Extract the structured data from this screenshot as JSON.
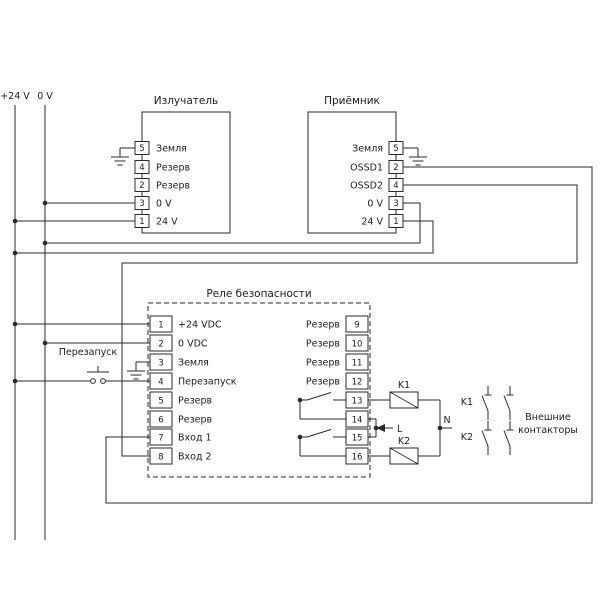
{
  "power": {
    "rail_24v_label": "+24 V",
    "rail_0v_label": "0 V"
  },
  "emitter": {
    "title": "Излучатель",
    "pins": [
      {
        "num": "5",
        "label": "Земля"
      },
      {
        "num": "4",
        "label": "Резерв"
      },
      {
        "num": "2",
        "label": "Резерв"
      },
      {
        "num": "3",
        "label": "0 V"
      },
      {
        "num": "1",
        "label": "24 V"
      }
    ]
  },
  "receiver": {
    "title": "Приёмник",
    "pins": [
      {
        "num": "5",
        "label": "Земля"
      },
      {
        "num": "2",
        "label": "OSSD1"
      },
      {
        "num": "4",
        "label": "OSSD2"
      },
      {
        "num": "3",
        "label": "0 V"
      },
      {
        "num": "1",
        "label": "24 V"
      }
    ]
  },
  "safety_relay": {
    "title": "Реле безопасности",
    "left_top": [
      {
        "num": "1",
        "label": "+24 VDC"
      },
      {
        "num": "2",
        "label": "0 VDC"
      },
      {
        "num": "3",
        "label": "Земля"
      },
      {
        "num": "4",
        "label": "Перезапуск"
      }
    ],
    "right_top": [
      {
        "num": "9",
        "label": "Резерв"
      },
      {
        "num": "10",
        "label": "Резерв"
      },
      {
        "num": "11",
        "label": "Резерв"
      },
      {
        "num": "12",
        "label": "Резерв"
      }
    ],
    "left_bottom": [
      {
        "num": "5",
        "label": "Резерв"
      },
      {
        "num": "6",
        "label": "Резерв"
      },
      {
        "num": "7",
        "label": "Вход 1"
      },
      {
        "num": "8",
        "label": "Вход 2"
      }
    ],
    "right_bottom": [
      {
        "num": "13"
      },
      {
        "num": "14"
      },
      {
        "num": "15"
      },
      {
        "num": "16"
      }
    ]
  },
  "restart": {
    "label": "Перезапуск"
  },
  "coils": {
    "k1": "K1",
    "k2": "K2"
  },
  "mains": {
    "live": "L",
    "neutral": "N"
  },
  "external_contactors": {
    "k1": "K1",
    "k2": "K2",
    "label_line1": "Внешние",
    "label_line2": "контакторы"
  },
  "colors": {
    "line": "#2a2a2a",
    "background": "#ffffff"
  }
}
